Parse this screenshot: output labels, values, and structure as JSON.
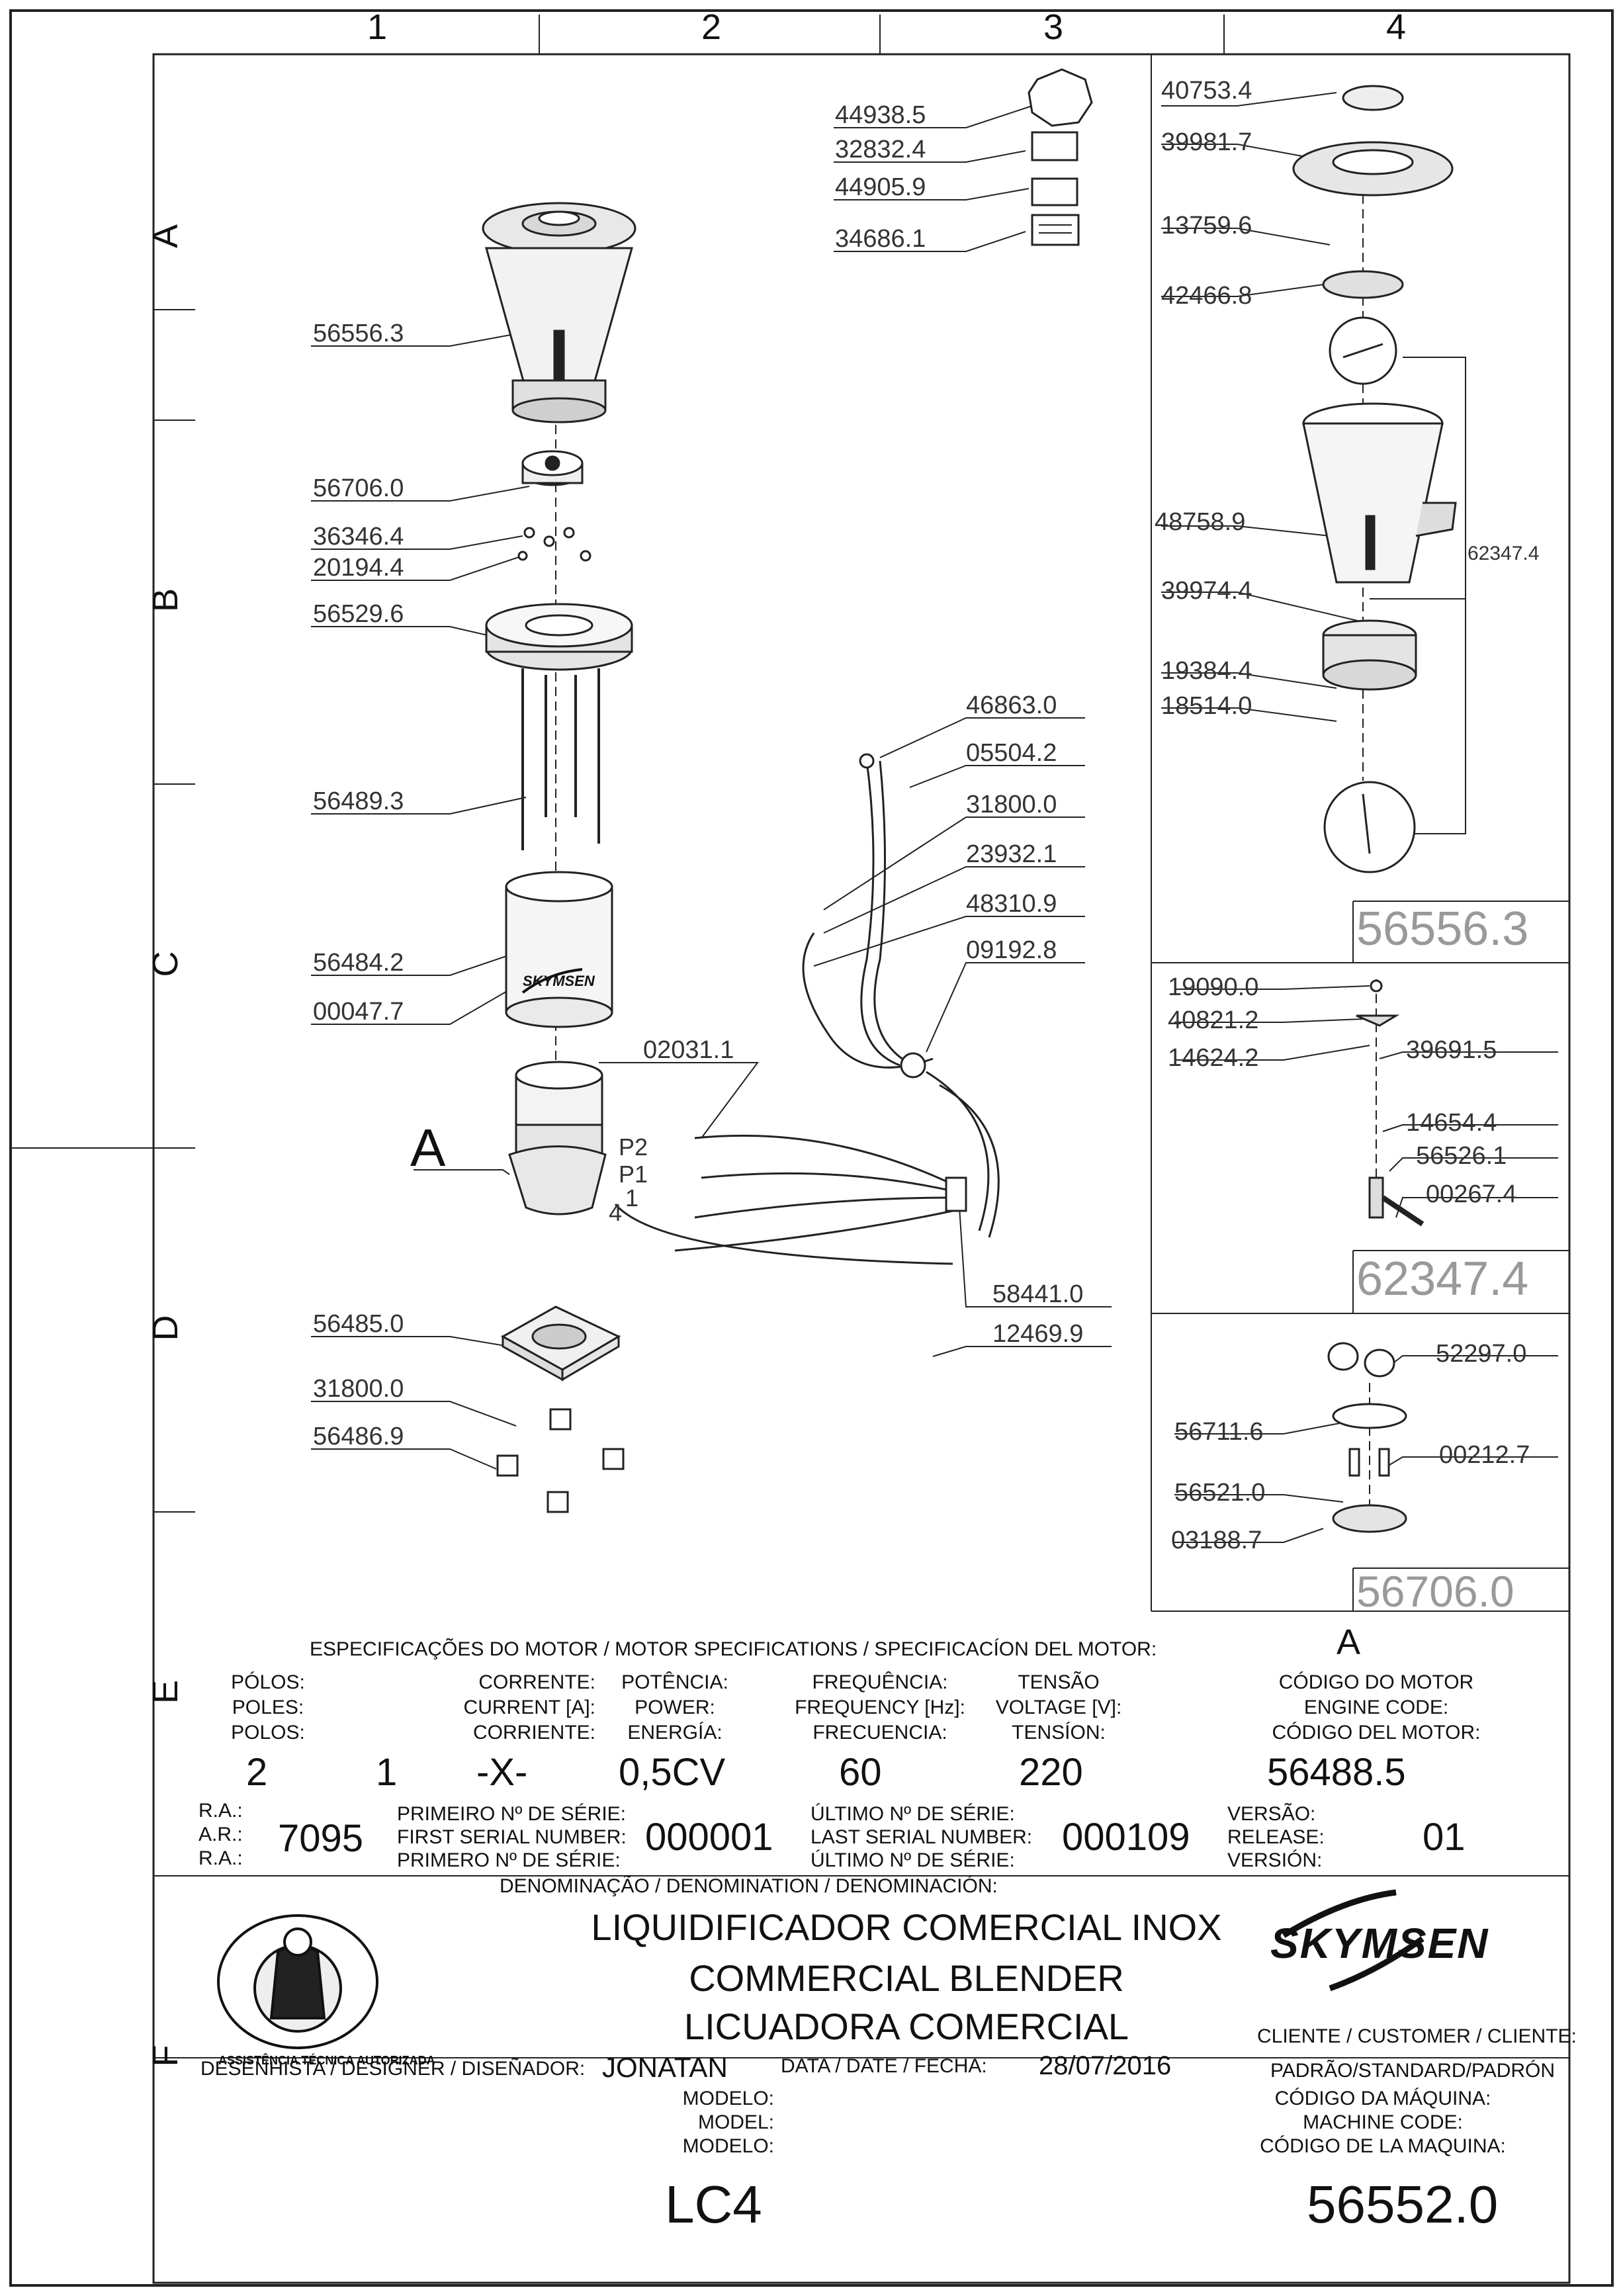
{
  "grid": {
    "columns": [
      "1",
      "2",
      "3",
      "4"
    ],
    "rows": [
      "A",
      "B",
      "C",
      "D",
      "E",
      "F"
    ]
  },
  "parts": {
    "p44938_5": "44938.5",
    "p32832_4": "32832.4",
    "p44905_9": "44905.9",
    "p34686_1": "34686.1",
    "p56556_3": "56556.3",
    "p56706_0": "56706.0",
    "p36346_4": "36346.4",
    "p20194_4": "20194.4",
    "p56529_6": "56529.6",
    "p56489_3": "56489.3",
    "p56484_2": "56484.2",
    "p00047_7": "00047.7",
    "p02031_1": "02031.1",
    "p46863_0": "46863.0",
    "p05504_2": "05504.2",
    "p31800_0a": "31800.0",
    "p23932_1": "23932.1",
    "p48310_9": "48310.9",
    "p09192_8": "09192.8",
    "p58441_0": "58441.0",
    "p12469_9": "12469.9",
    "p56485_0": "56485.0",
    "p31800_0b": "31800.0",
    "p56486_9": "56486.9",
    "p40753_4": "40753.4",
    "p39981_7": "39981.7",
    "p13759_6": "13759.6",
    "p42466_8": "42466.8",
    "p48758_9": "48758.9",
    "p62347_4": "62347.4",
    "p39974_4": "39974.4",
    "p19384_4": "19384.4",
    "p18514_0": "18514.0",
    "p19090_0": "19090.0",
    "p40821_2": "40821.2",
    "p14624_2": "14624.2",
    "p39691_5": "39691.5",
    "p14654_4": "14654.4",
    "p56526_1": "56526.1",
    "p00267_4": "00267.4",
    "p52297_0": "52297.0",
    "p56711_6": "56711.6",
    "p00212_7": "00212.7",
    "p56521_0": "56521.0",
    "p03188_7": "03188.7"
  },
  "detail_boxes": {
    "box1": "56556.3",
    "box2": "62347.4",
    "box3": "56706.0"
  },
  "wiring": {
    "motor_marker": "A",
    "p2": "P2",
    "p1": "P1",
    "t1": "1",
    "t4": "4",
    "logo_small": "SKYMSEN"
  },
  "motor_spec": {
    "heading": "ESPECIFICAÇÕES DO MOTOR / MOTOR SPECIFICATIONS / SPECIFICACÍON DEL MOTOR:",
    "marker": "A",
    "poles_labels": [
      "PÓLOS:",
      "POLES:",
      "POLOS:"
    ],
    "current_labels": [
      "CORRENTE:",
      "CURRENT [A]:",
      "CORRIENTE:"
    ],
    "power_labels": [
      "POTÊNCIA:",
      "POWER:",
      "ENERGÍA:"
    ],
    "frequency_labels": [
      "FREQUÊNCIA:",
      "FREQUENCY [Hz]:",
      "FRECUENCIA:"
    ],
    "voltage_labels": [
      "TENSÃO",
      "VOLTAGE [V]:",
      "TENSÍON:"
    ],
    "engine_code_labels": [
      "CÓDIGO DO MOTOR",
      "ENGINE CODE:",
      "CÓDIGO DEL MOTOR:"
    ],
    "poles": "2",
    "current_1": "1",
    "current_2": "-X-",
    "power": "0,5CV",
    "frequency": "60",
    "voltage": "220",
    "engine_code": "56488.5"
  },
  "serials": {
    "ra_labels": [
      "R.A.:",
      "A.R.:",
      "R.A.:"
    ],
    "ra": "7095",
    "first_labels": [
      "PRIMEIRO Nº DE SÉRIE:",
      "FIRST SERIAL NUMBER:",
      "PRIMERO Nº DE SÉRIE:"
    ],
    "first": "000001",
    "last_labels": [
      "ÚLTIMO Nº DE SÉRIE:",
      "LAST SERIAL NUMBER:",
      "ÚLTIMO Nº DE SÉRIE:"
    ],
    "last": "000109",
    "release_labels": [
      "VERSÃO:",
      "RELEASE:",
      "VERSIÓN:"
    ],
    "release": "01"
  },
  "denomination": {
    "label": "DENOMINAÇÃO / DENOMINATION / DENOMINACIÓN:",
    "lines": [
      "LIQUIDIFICADOR COMERCIAL INOX",
      "COMMERCIAL BLENDER",
      "LICUADORA COMERCIAL"
    ]
  },
  "brand": "SKYMSEN",
  "badge": {
    "text": "ASSISTÊNCIA TÉCNICA AUTORIZADA"
  },
  "designer": {
    "label": "DESENHISTA / DESIGNER / DISEÑADOR:",
    "name": "JONATAN"
  },
  "date": {
    "label": "DATA / DATE / FECHA:",
    "value": "28/07/2016"
  },
  "customer": {
    "label": "CLIENTE / CUSTOMER / CLIENTE:",
    "value": "PADRÃO/STANDARD/PADRÓN"
  },
  "model": {
    "labels": [
      "MODELO:",
      "MODEL:",
      "MODELO:"
    ],
    "value": "LC4"
  },
  "machine_code": {
    "labels": [
      "CÓDIGO DA MÁQUINA:",
      "MACHINE CODE:",
      "CÓDIGO DE LA MAQUINA:"
    ],
    "value": "56552.0"
  }
}
